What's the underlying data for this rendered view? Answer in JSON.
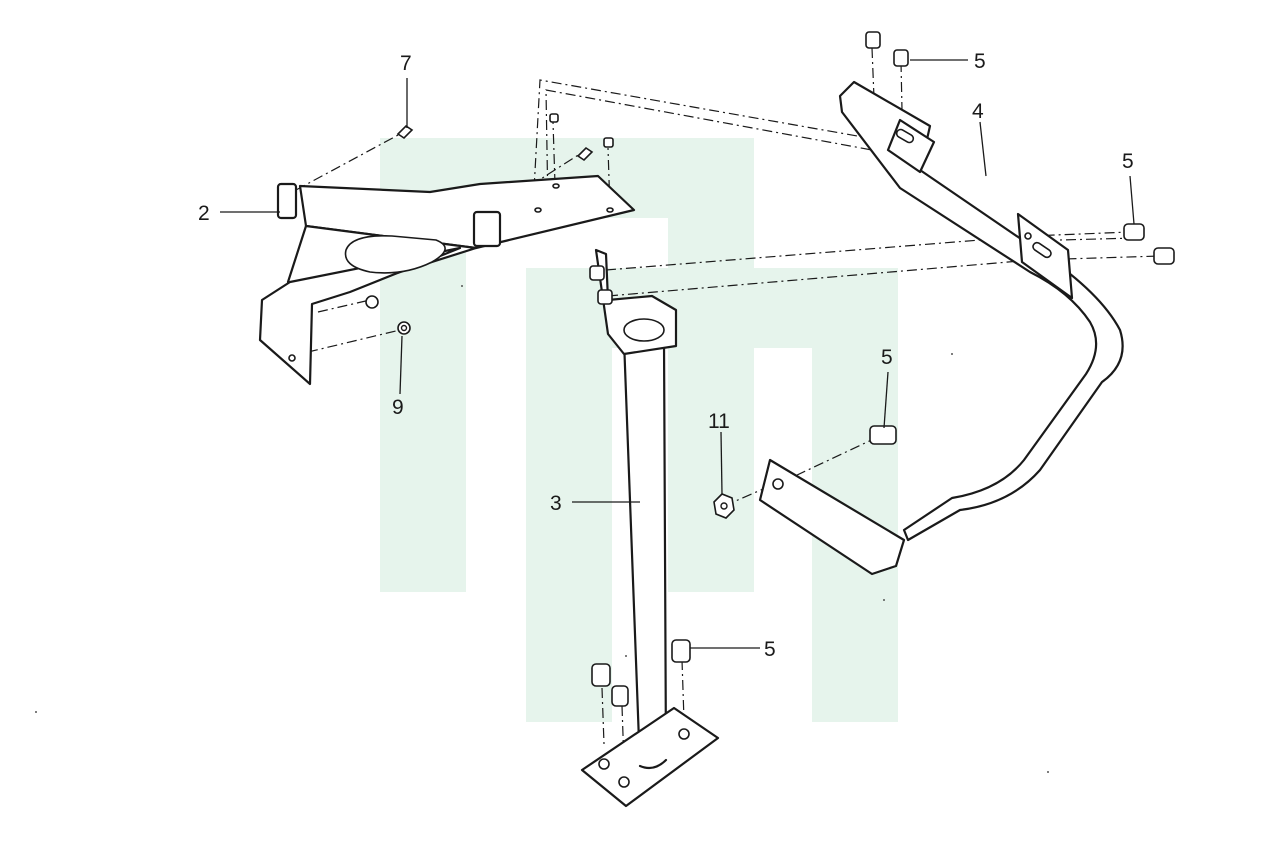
{
  "callouts": {
    "c2": "2",
    "c3": "3",
    "c4": "4",
    "c5_top": "5",
    "c5_right": "5",
    "c5_mid": "5",
    "c5_bottom": "5",
    "c7": "7",
    "c9": "9",
    "c11": "11"
  },
  "colors": {
    "line": "#1a1a1a",
    "watermark": "#e6f4ec",
    "background": "#ffffff"
  }
}
